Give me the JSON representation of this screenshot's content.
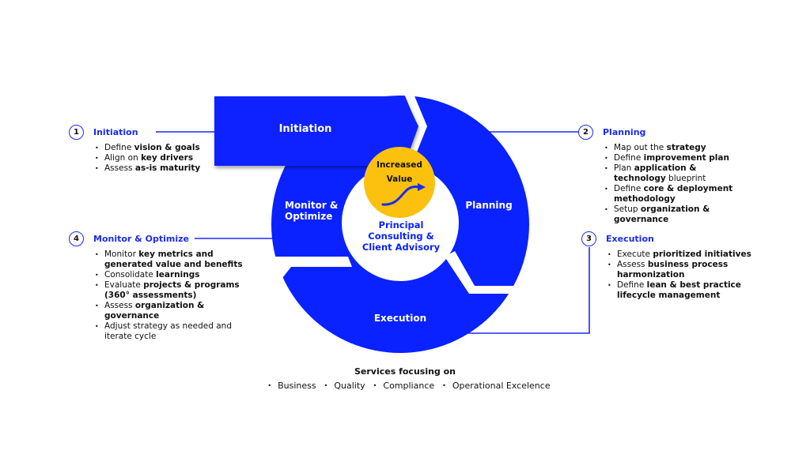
{
  "colors": {
    "primary_blue": "#0a22ff",
    "line_blue": "#1a2cf0",
    "accent_yellow": "#fcc10f",
    "white": "#ffffff",
    "text": "#111111"
  },
  "cycle": {
    "segments": {
      "initiation": "Initiation",
      "planning": "Planning",
      "execution": "Execution",
      "monitor_line1": "Monitor &",
      "monitor_line2": "Optimize"
    },
    "core": {
      "line1": "Principal",
      "line2": "Consulting &",
      "line3": "Client Advisory"
    },
    "value_badge": {
      "line1": "Increased",
      "line2": "Value",
      "icon": "rising-arrow-icon"
    }
  },
  "steps": [
    {
      "number": "1",
      "title": "Initiation",
      "bullets": [
        [
          {
            "t": "Define "
          },
          {
            "t": "vision & goals",
            "b": true
          }
        ],
        [
          {
            "t": "Align on "
          },
          {
            "t": "key drivers",
            "b": true
          }
        ],
        [
          {
            "t": "Assess "
          },
          {
            "t": "as-is maturity",
            "b": true
          }
        ]
      ]
    },
    {
      "number": "2",
      "title": "Planning",
      "bullets": [
        [
          {
            "t": "Map out the "
          },
          {
            "t": "strategy",
            "b": true
          }
        ],
        [
          {
            "t": "Define "
          },
          {
            "t": "improvement plan",
            "b": true
          }
        ],
        [
          {
            "t": "Plan "
          },
          {
            "t": "application & technology",
            "b": true
          },
          {
            "t": " blueprint"
          }
        ],
        [
          {
            "t": "Define "
          },
          {
            "t": "core & deployment methodology",
            "b": true
          }
        ],
        [
          {
            "t": "Setup "
          },
          {
            "t": "organization & governance",
            "b": true
          }
        ]
      ]
    },
    {
      "number": "3",
      "title": "Execution",
      "bullets": [
        [
          {
            "t": "Execute "
          },
          {
            "t": "prioritized initiatives",
            "b": true
          }
        ],
        [
          {
            "t": "Assess "
          },
          {
            "t": "business process harmonization",
            "b": true
          }
        ],
        [
          {
            "t": "Define "
          },
          {
            "t": "lean & best practice lifecycle management",
            "b": true
          }
        ]
      ]
    },
    {
      "number": "4",
      "title": "Monitor & Optimize",
      "bullets": [
        [
          {
            "t": "Monitor "
          },
          {
            "t": "key metrics and generated value and benefits",
            "b": true
          }
        ],
        [
          {
            "t": "Consolidate "
          },
          {
            "t": "learnings",
            "b": true
          }
        ],
        [
          {
            "t": "Evaluate "
          },
          {
            "t": "projects & programs (360° assessments)",
            "b": true
          }
        ],
        [
          {
            "t": "Assess "
          },
          {
            "t": "organization & governance",
            "b": true
          }
        ],
        [
          {
            "t": "Adjust strategy as needed and iterate cycle"
          }
        ]
      ]
    }
  ],
  "footer": {
    "title": "Services focusing on",
    "items": [
      "Business",
      "Quality",
      "Compliance",
      "Operational Excelence"
    ]
  }
}
